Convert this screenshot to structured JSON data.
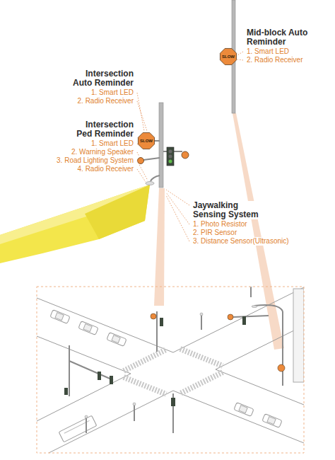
{
  "diagram": {
    "labels": [
      "Mid-block Auto Reminder",
      "1. Smart LED",
      "2. Radio Receiver",
      "Intersection Auto Reminder",
      "1. Smart LED",
      "2. Radio Receiver",
      "Intersection Ped Reminder",
      "1. Smart LED",
      "2. Warning Speaker",
      "3. Road Lighting System",
      "4. Radio Receiver",
      "Jaywalking Sensing System",
      "1. Photo Resistor",
      "2. PIR Sensor",
      "3. Distance Sensor(Ultrasonic)",
      "SLOW",
      "SLOW"
    ]
  }
}
